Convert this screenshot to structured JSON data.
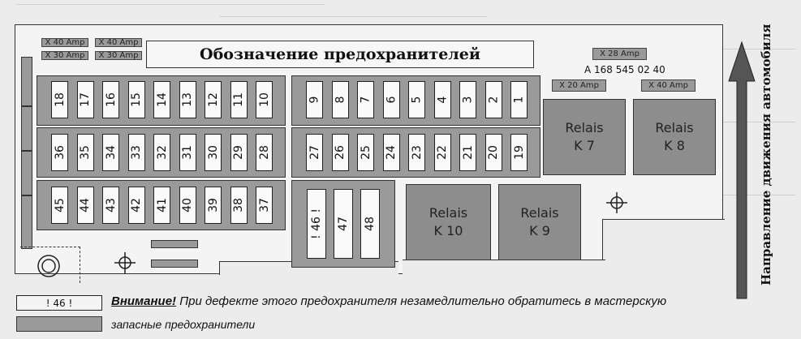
{
  "title": "Обозначение предохранителей",
  "part_number": "A 168 545 02 40",
  "direction_label": "Направление движения автомобиля",
  "tags": {
    "tag1": "X 28 Amp",
    "tag2": "X 20 Amp",
    "tag3": "X 40 Amp",
    "tag4": "X 40 Amp",
    "tag5": "X 30 Amp"
  },
  "fuses": {
    "row1_left": [
      "18",
      "17",
      "16",
      "15",
      "14",
      "13",
      "12",
      "11",
      "10"
    ],
    "row1_right": [
      "9",
      "8",
      "7",
      "6",
      "5",
      "4",
      "3",
      "2",
      "1"
    ],
    "row2_left": [
      "36",
      "35",
      "34",
      "33",
      "32",
      "31",
      "30",
      "29",
      "28"
    ],
    "row2_right": [
      "27",
      "26",
      "25",
      "24",
      "23",
      "22",
      "21",
      "20",
      "19"
    ],
    "row3_left": [
      "45",
      "44",
      "43",
      "42",
      "41",
      "40",
      "39",
      "38",
      "37"
    ],
    "tall": [
      "! 46 !",
      "47",
      "48"
    ]
  },
  "relays": {
    "k7": {
      "line1": "Relais",
      "line2": "K 7"
    },
    "k8": {
      "line1": "Relais",
      "line2": "K 8"
    },
    "k10": {
      "line1": "Relais",
      "line2": "K 10"
    },
    "k9": {
      "line1": "Relais",
      "line2": "K 9"
    }
  },
  "legend": {
    "sample_fuse": "! 46 !",
    "warning_bold": "Внимание!",
    "warning_text": " При дефекте этого предохранителя незамедлительно обратитесь в мастерскую",
    "spare_text": "запасные предохранители"
  },
  "colors": {
    "background": "#ececec",
    "grey_fill": "#9a9a9a",
    "relay_fill": "#8d8d8d"
  }
}
